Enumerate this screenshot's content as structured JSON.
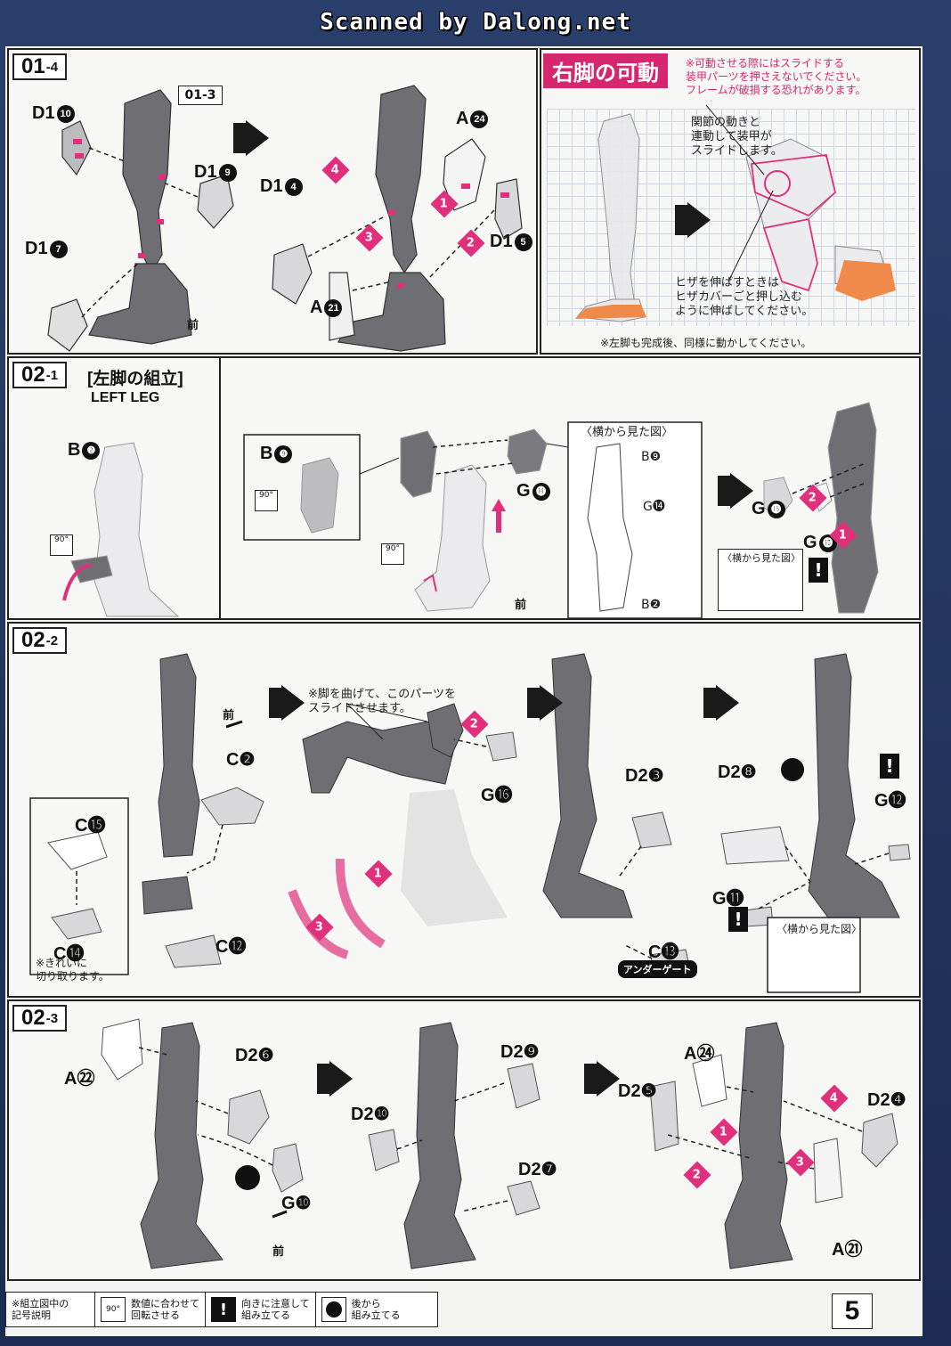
{
  "banner": "Scanned by Dalong.net",
  "page_number": "5",
  "steps": {
    "s01_4": {
      "label": "01",
      "sub": "-4",
      "ref": "01-3",
      "parts": [
        "D1",
        "D1",
        "D1",
        "D1",
        "D1",
        "A",
        "A"
      ],
      "nums": [
        "⑩",
        "⑨",
        "⑦",
        "④",
        "⑤",
        "㉔",
        "㉑"
      ],
      "front": "前"
    },
    "right_leg": {
      "title": "右脚の可動",
      "warning": "※可動させる際にはスライドする\n装甲パーツを押さえないでください。\nフレームが破損する恐れがあります。",
      "note1": "関節の動きと\n連動して装甲が\nスライドします。",
      "note2": "ヒザを伸ばすときは\nヒザカバーごと押し込む\nように伸ばしてください。",
      "note3": "※左脚も完成後、同様に動かしてください。"
    },
    "s02_1": {
      "label": "02",
      "sub": "-1",
      "title_jp": "[左脚の組立]",
      "title_en": "LEFT LEG",
      "side_view": "〈横から見た図〉",
      "side_view2": "〈横から見た図〉",
      "front": "前",
      "p_b2": "B",
      "n_b2": "❷",
      "p_b9": "B",
      "n_b9": "❾",
      "p_g14": "G",
      "n_g14": "⓮",
      "p_g15": "G",
      "n_g15": "⓯",
      "p_g13": "G",
      "n_g13": "⓭",
      "side_b9": "B❾",
      "side_g14": "G⓮",
      "side_b2": "B❷",
      "deg": "90°"
    },
    "s02_2": {
      "label": "02",
      "sub": "-2",
      "front": "前",
      "note_slide": "※脚を曲げて、このパーツを\nスライドさせます。",
      "note_trim": "※きれいに\n切り取ります。",
      "side_view": "〈横から見た図〉",
      "undergate": "アンダーゲート",
      "parts": {
        "c2": "C❷",
        "c15": "C⓯",
        "c14": "C⓮",
        "c12": "C⓬",
        "g16": "G⓰",
        "d23": "D2❸",
        "c13": "C⓭",
        "d28": "D2❽",
        "g12": "G⓬",
        "g11": "G⓫"
      }
    },
    "s02_3": {
      "label": "02",
      "sub": "-3",
      "front": "前",
      "parts": {
        "a22": "A㉒",
        "d26": "D2❻",
        "g10": "G❿",
        "d29": "D2❾",
        "d210": "D2❿",
        "d27": "D2❼",
        "a24": "A㉔",
        "d25": "D2❺",
        "d24": "D2❹",
        "a21": "A㉑"
      }
    }
  },
  "legend": {
    "title": "※組立図中の\n記号説明",
    "rotate": "数値に合わせて\n回転させる",
    "direction": "向きに注意して\n組み立てる",
    "later": "後から\n組み立てる",
    "deg": "90°"
  },
  "colors": {
    "accent": "#d6266e",
    "part_gray": "#6f6f73",
    "frame": "#222222",
    "orange": "#f08a4b"
  }
}
